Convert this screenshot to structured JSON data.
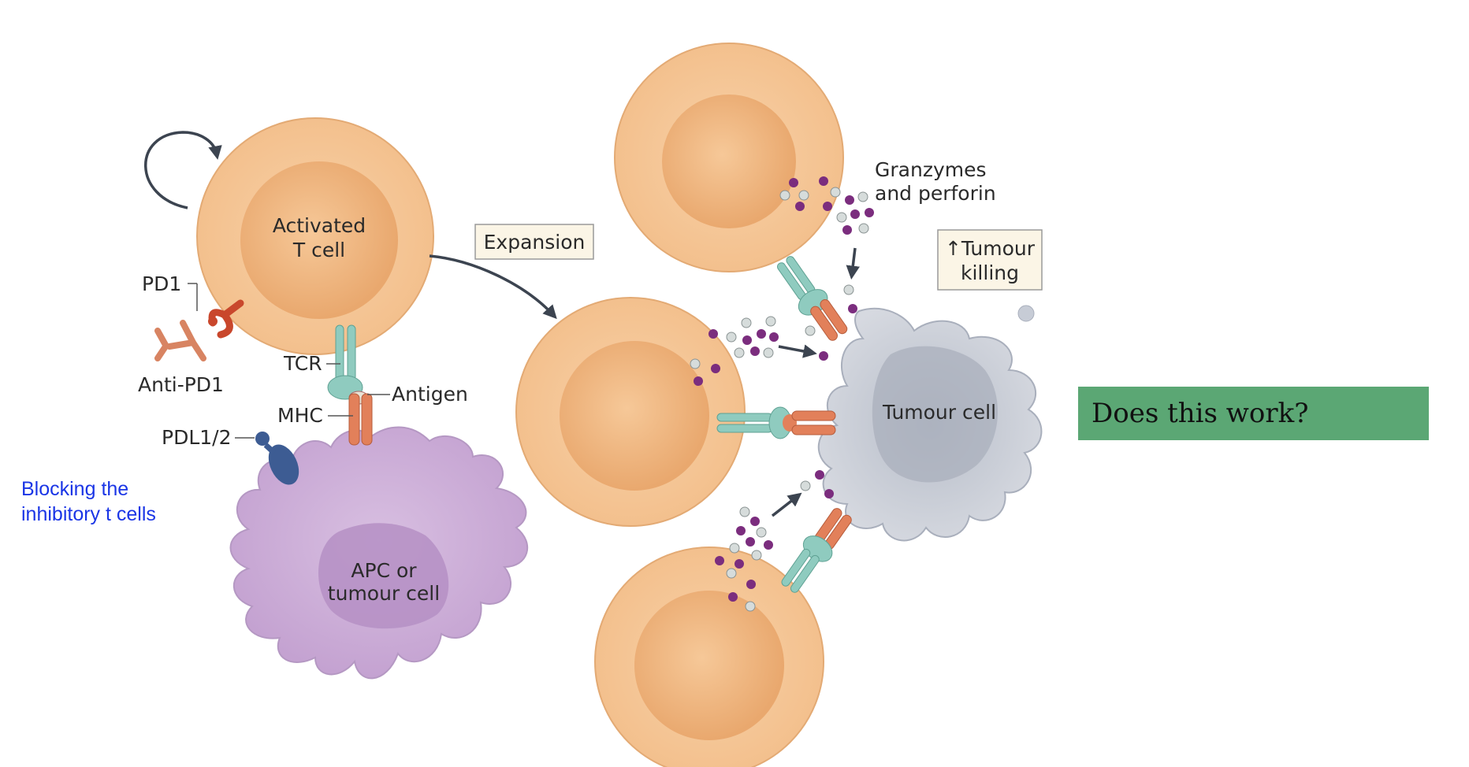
{
  "labels": {
    "activated_t_cell_line1": "Activated",
    "activated_t_cell_line2": "T cell",
    "pd1": "PD1",
    "anti_pd1": "Anti-PD1",
    "tcr": "TCR",
    "antigen": "Antigen",
    "mhc": "MHC",
    "pdl": "PDL1/2",
    "apc_line1": "APC or",
    "apc_line2": "tumour cell",
    "expansion": "Expansion",
    "granzymes_line1": "Granzymes",
    "granzymes_line2": "and perforin",
    "tumour_killing_line1": "↑Tumour",
    "tumour_killing_line2": "killing",
    "tumour_cell": "Tumour cell"
  },
  "annotation": {
    "line1": "Blocking the",
    "line2": "inhibitory t cells"
  },
  "question": "Does this work?",
  "colors": {
    "t_cell_outer": "#f6c899",
    "t_cell_inner": "#edb078",
    "apc": "#c9a8d4",
    "apc_nucleus": "#b58fc4",
    "tumour": "#c7ccd6",
    "tcr": "#8fcbbf",
    "mhc": "#e2805a",
    "pd1": "#c9472c",
    "pdl": "#3d5c93",
    "granule_purple": "#7b2d7e",
    "granule_grey": "#c8d0cf",
    "note_text": "#1a35e6",
    "question_bg": "#5ba774"
  }
}
